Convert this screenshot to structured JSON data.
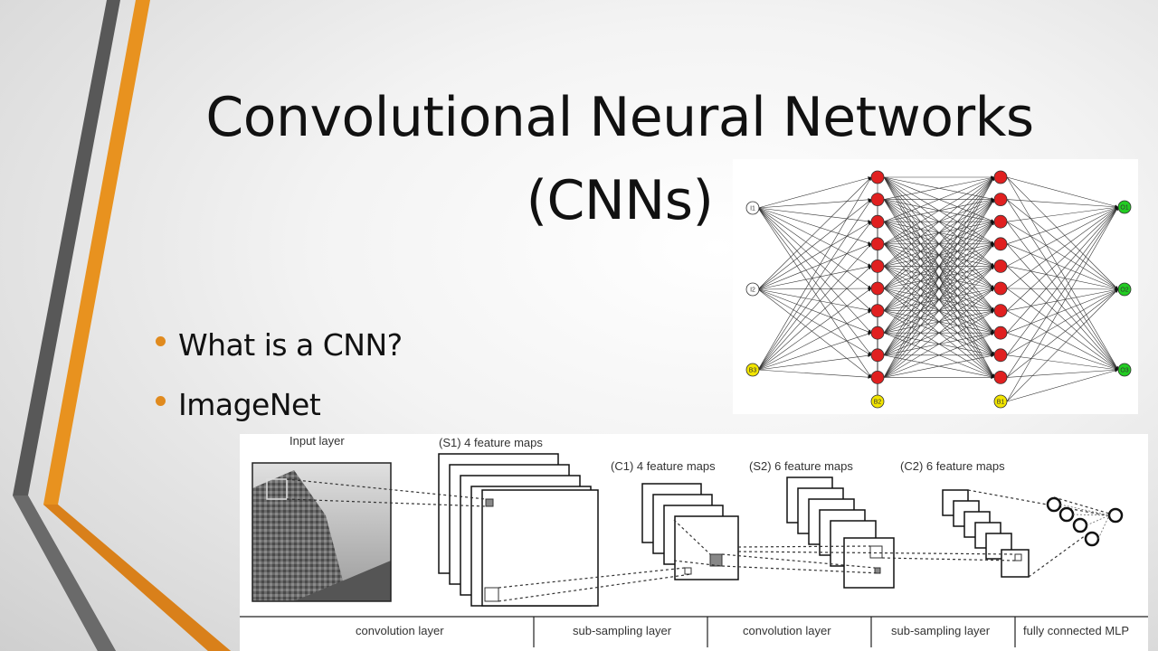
{
  "slide": {
    "title_line1": "Convolutional Neural Networks",
    "title_line2": "(CNNs)",
    "bullets": [
      {
        "label": "What is a CNN?"
      },
      {
        "label": "ImageNet"
      }
    ],
    "colors": {
      "accent_orange": "#e8921f",
      "accent_gray": "#5a5a5a",
      "bullet": "#e08a1e"
    }
  },
  "nn_figure": {
    "input_nodes": [
      "I1",
      "I2",
      "B3"
    ],
    "hidden1_bias": "B2",
    "hidden2_bias": "B1",
    "output_nodes": [
      "O1",
      "O2",
      "O3"
    ],
    "hidden_layer_size": 10,
    "colors": {
      "input": "#ffffff",
      "bias": "#f2e500",
      "hidden": "#e02020",
      "output": "#22cc22"
    }
  },
  "cnn_figure": {
    "stage_labels": [
      "Input layer",
      "(S1) 4 feature maps",
      "(C1) 4 feature maps",
      "(S2) 6 feature maps",
      "(C2) 6 feature maps"
    ],
    "layer_labels": [
      "convolution layer",
      "sub-sampling layer",
      "convolution layer",
      "sub-sampling layer",
      "fully connected MLP"
    ]
  }
}
